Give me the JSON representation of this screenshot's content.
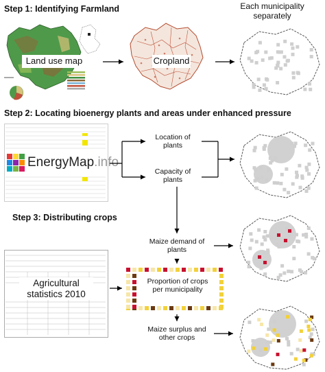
{
  "step1": {
    "title": "Step 1: Identifying Farmland",
    "land_use_label": "Land use map",
    "cropland_label": "Cropland",
    "municipality_label": "Each municipality separately"
  },
  "step2": {
    "title": "Step 2: Locating bioenergy plants and areas under enhanced pressure",
    "logo_text": "EnergyMap",
    "logo_suffix": ".info",
    "location_label": "Location of plants",
    "capacity_label": "Capacity of plants"
  },
  "step3": {
    "title": "Step 3: Distributing crops",
    "stats_label": "Agricultural statistics 2010",
    "maize_demand_label": "Maize demand of plants",
    "proportion_label": "Proportion of crops per municipality",
    "surplus_label": "Maize surplus and other crops"
  },
  "colors": {
    "arrow": "#000000",
    "map_green": "#3f8f3f",
    "cropland_red": "#c0503a",
    "cell_gray": "#cfcfcf",
    "circle_gray": "#bdbdbd",
    "maize_red": "#c8102e",
    "crop_yellow": "#f2d13a",
    "crop_brown": "#6b3a12",
    "crop_cream": "#f7e6a8"
  }
}
